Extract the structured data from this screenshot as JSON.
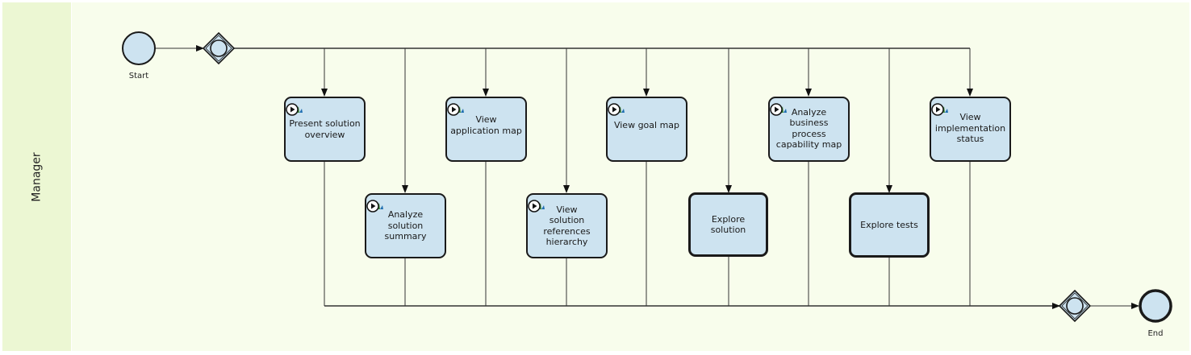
{
  "lane": {
    "title": "Manager"
  },
  "events": {
    "start": {
      "label": "Start"
    },
    "end": {
      "label": "End"
    }
  },
  "tasks": [
    {
      "id": "present-solution-overview",
      "label": "Present solution overview",
      "kind": "subprocess"
    },
    {
      "id": "analyze-solution-summary",
      "label": "Analyze solution summary",
      "kind": "subprocess"
    },
    {
      "id": "view-application-map",
      "label": "View application map",
      "kind": "subprocess"
    },
    {
      "id": "view-solution-references-hierarchy",
      "label": "View solution references hierarchy",
      "kind": "subprocess"
    },
    {
      "id": "view-goal-map",
      "label": "View goal map",
      "kind": "subprocess"
    },
    {
      "id": "explore-solution",
      "label": "Explore solution",
      "kind": "call-activity"
    },
    {
      "id": "analyze-business-process-capability-map",
      "label": "Analyze business process capability map",
      "kind": "subprocess"
    },
    {
      "id": "explore-tests",
      "label": "Explore tests",
      "kind": "call-activity"
    },
    {
      "id": "view-implementation-status",
      "label": "View implementation status",
      "kind": "subprocess"
    }
  ],
  "colors": {
    "lane_header": "#ecf7d3",
    "lane_body": "#f8fdec",
    "task_fill": "#cde3f0",
    "stroke": "#1a1a1a",
    "connector": "#333333"
  }
}
